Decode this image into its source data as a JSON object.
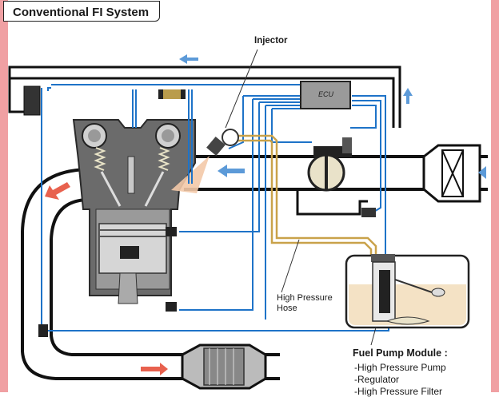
{
  "title": "Conventional FI System",
  "labels": {
    "injector": "Injector",
    "hose_line1": "High Pressure",
    "hose_line2": "Hose",
    "ecu": "ECU",
    "fuel_pump_module": "Fuel Pump Module :"
  },
  "fuel_pump_module_items": [
    "-High Pressure Pump",
    "-Regulator",
    "-High Pressure Filter"
  ],
  "colors": {
    "wire_blue": "#1e73c8",
    "flow_arrow": "#5c9ad8",
    "exhaust_arrow": "#e8614e",
    "fuel_hose": "#c9a24a",
    "fuel_tank": "#f4e2c5",
    "engine_gray": "#707070",
    "border_pink": "#f0a0a3"
  }
}
